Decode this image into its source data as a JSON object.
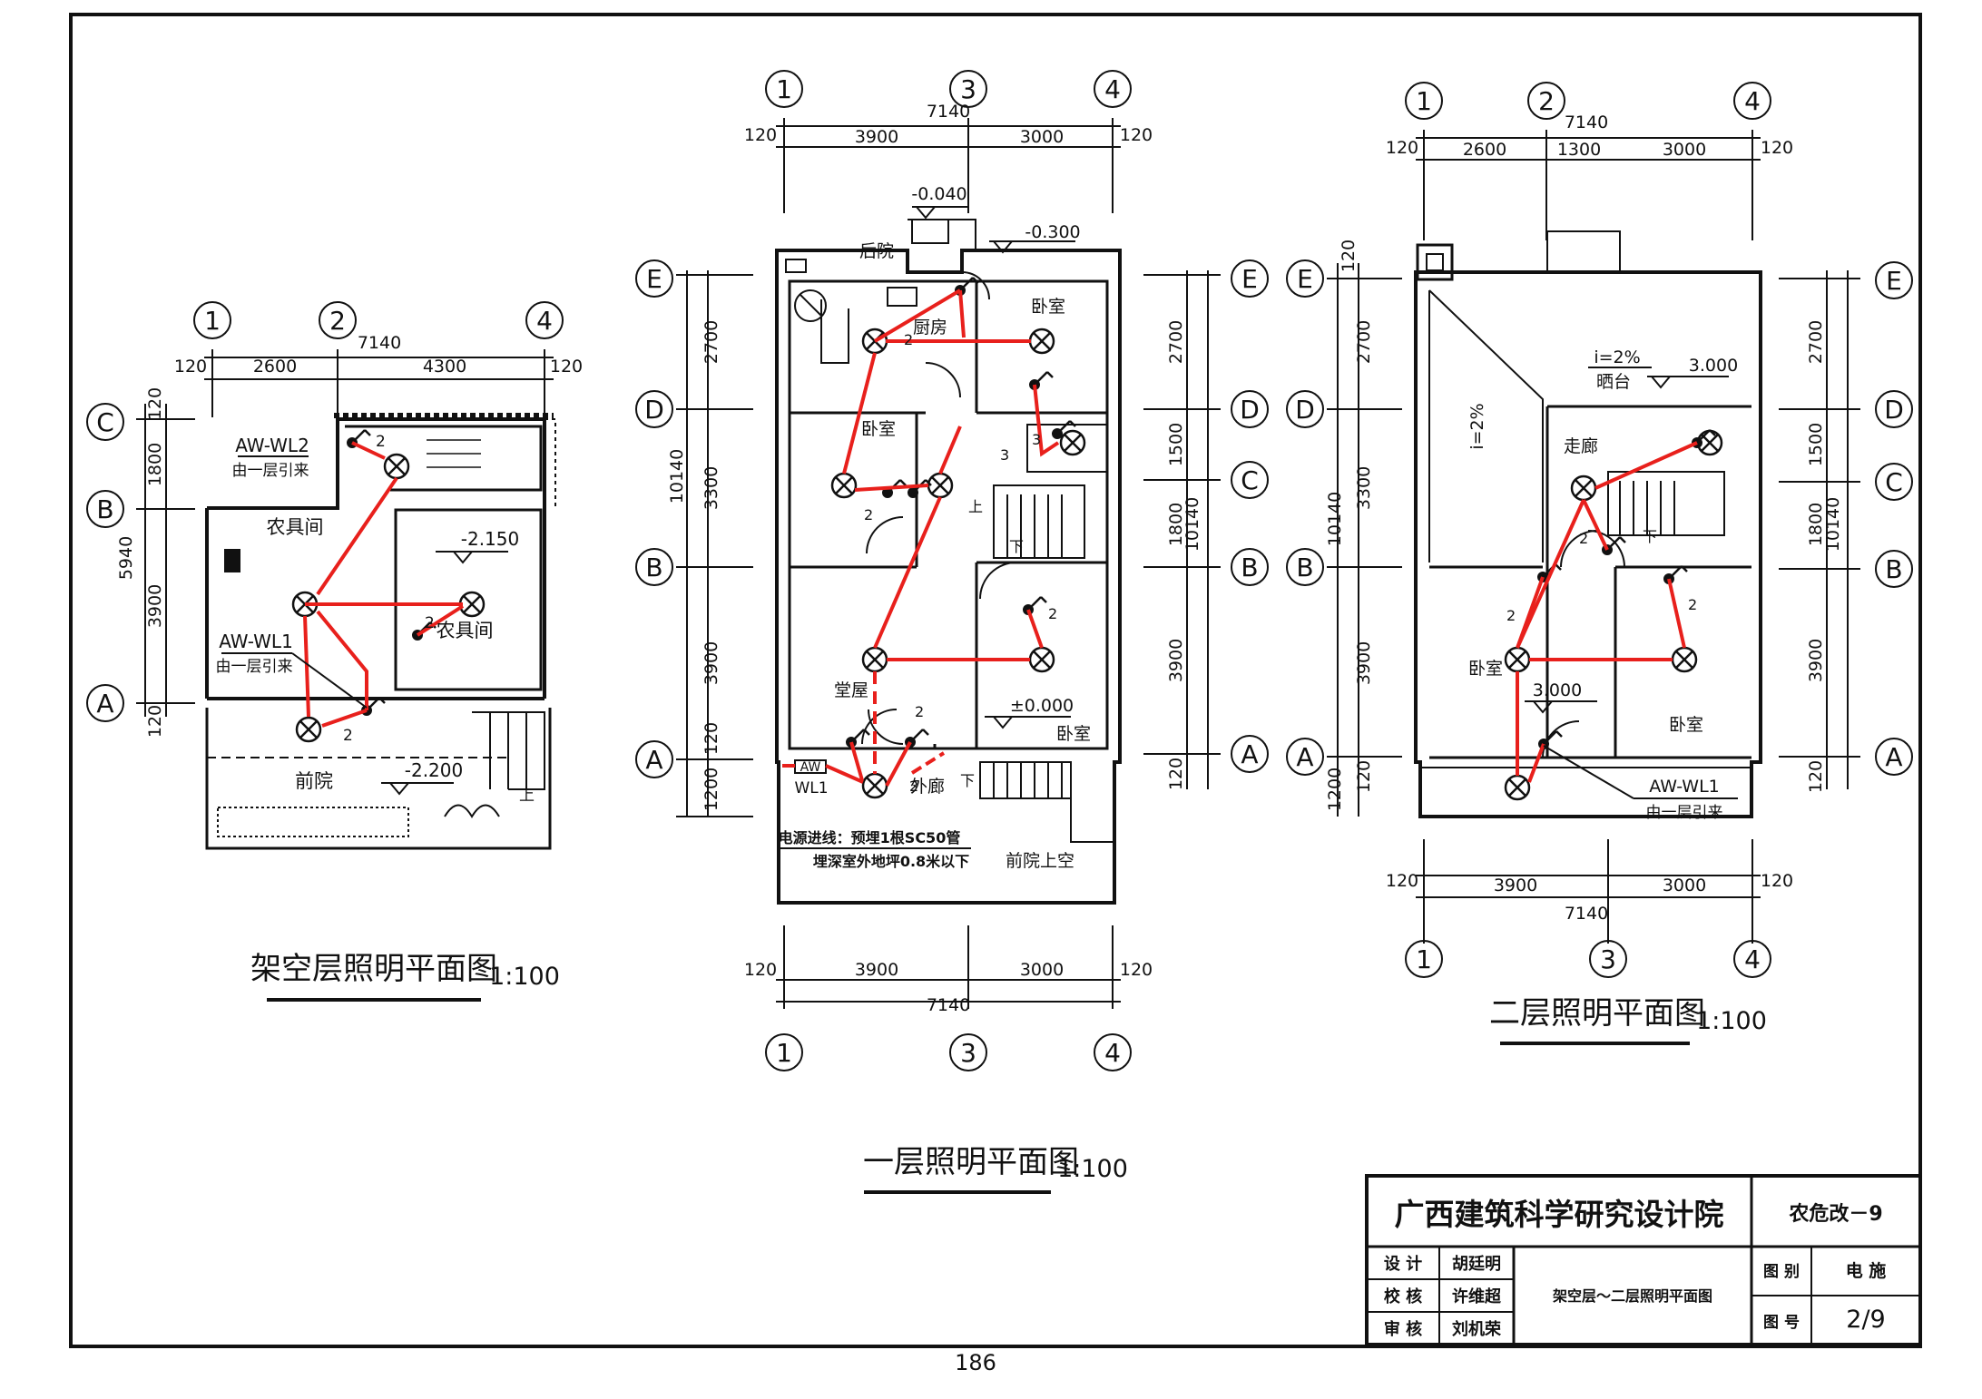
{
  "plans": {
    "plan1": {
      "title": "架空层照明平面图",
      "scale": "1:100",
      "axes": {
        "col1": "1",
        "col2": "2",
        "col4": "4",
        "rowC": "C",
        "rowB": "B",
        "rowA": "A"
      },
      "dims": {
        "total": "7140",
        "left_edge": "120",
        "bay1": "2600",
        "bay2": "4300",
        "right_edge": "120",
        "side_total": "5940",
        "side_c": "120",
        "side_cb": "1800",
        "side_ba": "3900",
        "side_a": "120"
      },
      "rooms": {
        "tool1": "农具间",
        "tool2": "农具间",
        "yard": "前院"
      },
      "levels": {
        "l1": "-2.150",
        "l2": "-2.200"
      },
      "feeds": {
        "wl2": "AW-WL2",
        "wl2_note": "由一层引来",
        "wl1": "AW-WL1",
        "wl1_note": "由一层引来"
      },
      "switch_counts": [
        "2",
        "2",
        "2"
      ],
      "stair_mark": "上"
    },
    "plan2": {
      "title": "一层照明平面图",
      "scale": "1:100",
      "axes": {
        "col1": "1",
        "col3": "3",
        "col4": "4",
        "rowE": "E",
        "rowD": "D",
        "rowB": "B",
        "rowA": "A",
        "rowE_r": "E",
        "rowD_r": "D",
        "rowC_r": "C",
        "rowB_r": "B",
        "rowA_r": "A"
      },
      "dims": {
        "total": "7140",
        "left_edge": "120",
        "bay1": "3900",
        "bay2": "3000",
        "right_edge": "120",
        "left_ed": "2700",
        "left_db": "3300",
        "left_ba": "3900",
        "left_a": "120",
        "left_porch": "1200",
        "left_total": "10140",
        "right_ed": "2700",
        "right_dc": "1500",
        "right_cb": "1800",
        "right_ba": "3900",
        "right_a": "120",
        "right_total": "10140"
      },
      "rooms": {
        "backyard": "后院",
        "kitchen": "厨房",
        "bed1": "卧室",
        "bed2": "卧室",
        "bed3": "卧室",
        "hall": "堂屋",
        "porch": "外廊",
        "frontyard": "前院上空"
      },
      "levels": {
        "l1": "-0.040",
        "l2": "-0.300",
        "l3": "±0.000"
      },
      "panel": {
        "aw": "AW",
        "wl1": "WL1"
      },
      "notes": {
        "n1": "电源进线：预埋1根SC50管",
        "n2": "埋深室外地坪0.8米以下"
      },
      "switch_counts": [
        "2",
        "2",
        "3",
        "3",
        "2",
        "2",
        "2"
      ],
      "stair_marks": [
        "上",
        "下",
        "下"
      ]
    },
    "plan3": {
      "title": "二层照明平面图",
      "scale": "1:100",
      "axes": {
        "col1": "1",
        "col2": "2",
        "col4": "4",
        "col1_b": "1",
        "col3_b": "3",
        "col4_b": "4",
        "rowE": "E",
        "rowD": "D",
        "rowB": "B",
        "rowA": "A",
        "rowE_r": "E",
        "rowD_r": "D",
        "rowC_r": "C",
        "rowB_r": "B",
        "rowA_r": "A"
      },
      "dims": {
        "total": "7140",
        "left_edge": "120",
        "bay1": "2600",
        "bay2": "1300",
        "bay3": "3000",
        "right_edge": "120",
        "b_total": "7140",
        "b_left": "120",
        "b_bay1": "3900",
        "b_bay2": "3000",
        "b_right": "120",
        "left_e": "120",
        "left_ed": "2700",
        "left_db": "3300",
        "left_ba": "3900",
        "left_a": "120",
        "left_porch": "1200",
        "left_total": "10140",
        "right_ed": "2700",
        "right_dc": "1500",
        "right_cb": "1800",
        "right_ba": "3900",
        "right_a": "120",
        "right_total": "10140"
      },
      "rooms": {
        "corridor": "走廊",
        "balcony": "晒台",
        "bed1": "卧室",
        "bed2": "卧室"
      },
      "slope": {
        "s1": "i=2%",
        "s2": "i=2%"
      },
      "levels": {
        "l1": "3.000",
        "l2": "3.000"
      },
      "feeds": {
        "wl1": "AW-WL1",
        "wl1_note": "由一层引来"
      },
      "switch_counts": [
        "2",
        "2",
        "2"
      ],
      "stair_mark": "下"
    }
  },
  "title_block": {
    "institute": "广西建筑科学研究设计院",
    "project": "农危改－9",
    "roles": {
      "design": "设 计",
      "check": "校 核",
      "review": "审 核"
    },
    "names": {
      "design": "胡廷明",
      "check": "许维超",
      "review": "刘机荣"
    },
    "drawing_name": "架空层～二层照明平面图",
    "category_label": "图 别",
    "category_value": "电 施",
    "number_label": "图 号",
    "number_value": "2/9"
  },
  "page_number": "186",
  "colors": {
    "wire": "#e8201c",
    "ink": "#111111"
  }
}
